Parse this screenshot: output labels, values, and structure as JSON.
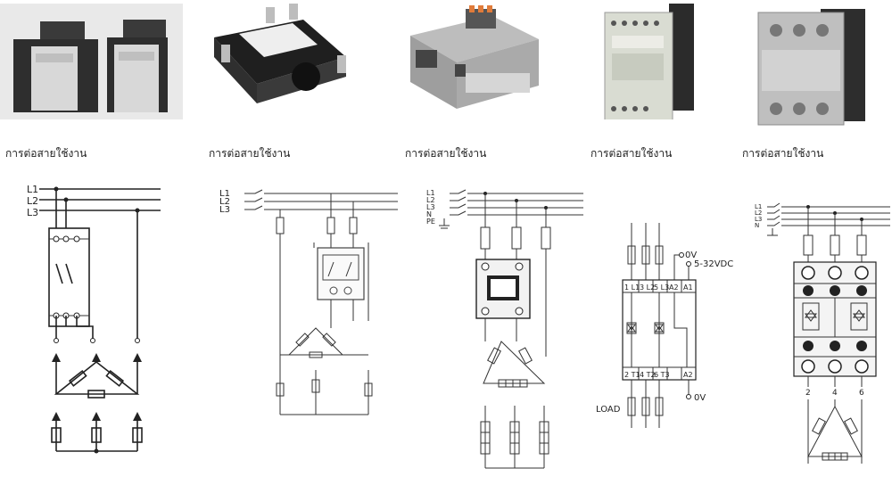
{
  "products": [
    {
      "caption": "การต่อสายใช้งาน"
    },
    {
      "caption": "การต่อสายใช้งาน"
    },
    {
      "caption": "การต่อสายใช้งาน"
    },
    {
      "caption": "การต่อสายใช้งาน"
    },
    {
      "caption": "การต่อสายใช้งาน"
    }
  ],
  "diagrams": {
    "d1": {
      "lines": [
        "L1",
        "L2",
        "L3"
      ]
    },
    "d2": {
      "lines": [
        "L1",
        "L2",
        "L3"
      ]
    },
    "d3": {
      "lines": [
        "L1",
        "L2",
        "L3",
        "N",
        "PE"
      ]
    },
    "d4": {
      "terminals_top": [
        "1 L1",
        "3 L2",
        "5 L3",
        "A2",
        "A1"
      ],
      "terminals_bottom": [
        "2 T1",
        "4 T2",
        "6 T3",
        "A2"
      ],
      "v0_top": "0V",
      "ctrl_voltage": "5-32VDC",
      "v0_bottom": "0V",
      "load": "LOAD"
    },
    "d5": {
      "lines": [
        "L1",
        "L2",
        "L3",
        "N",
        ""
      ],
      "outputs": [
        "2",
        "4",
        "6"
      ]
    }
  }
}
